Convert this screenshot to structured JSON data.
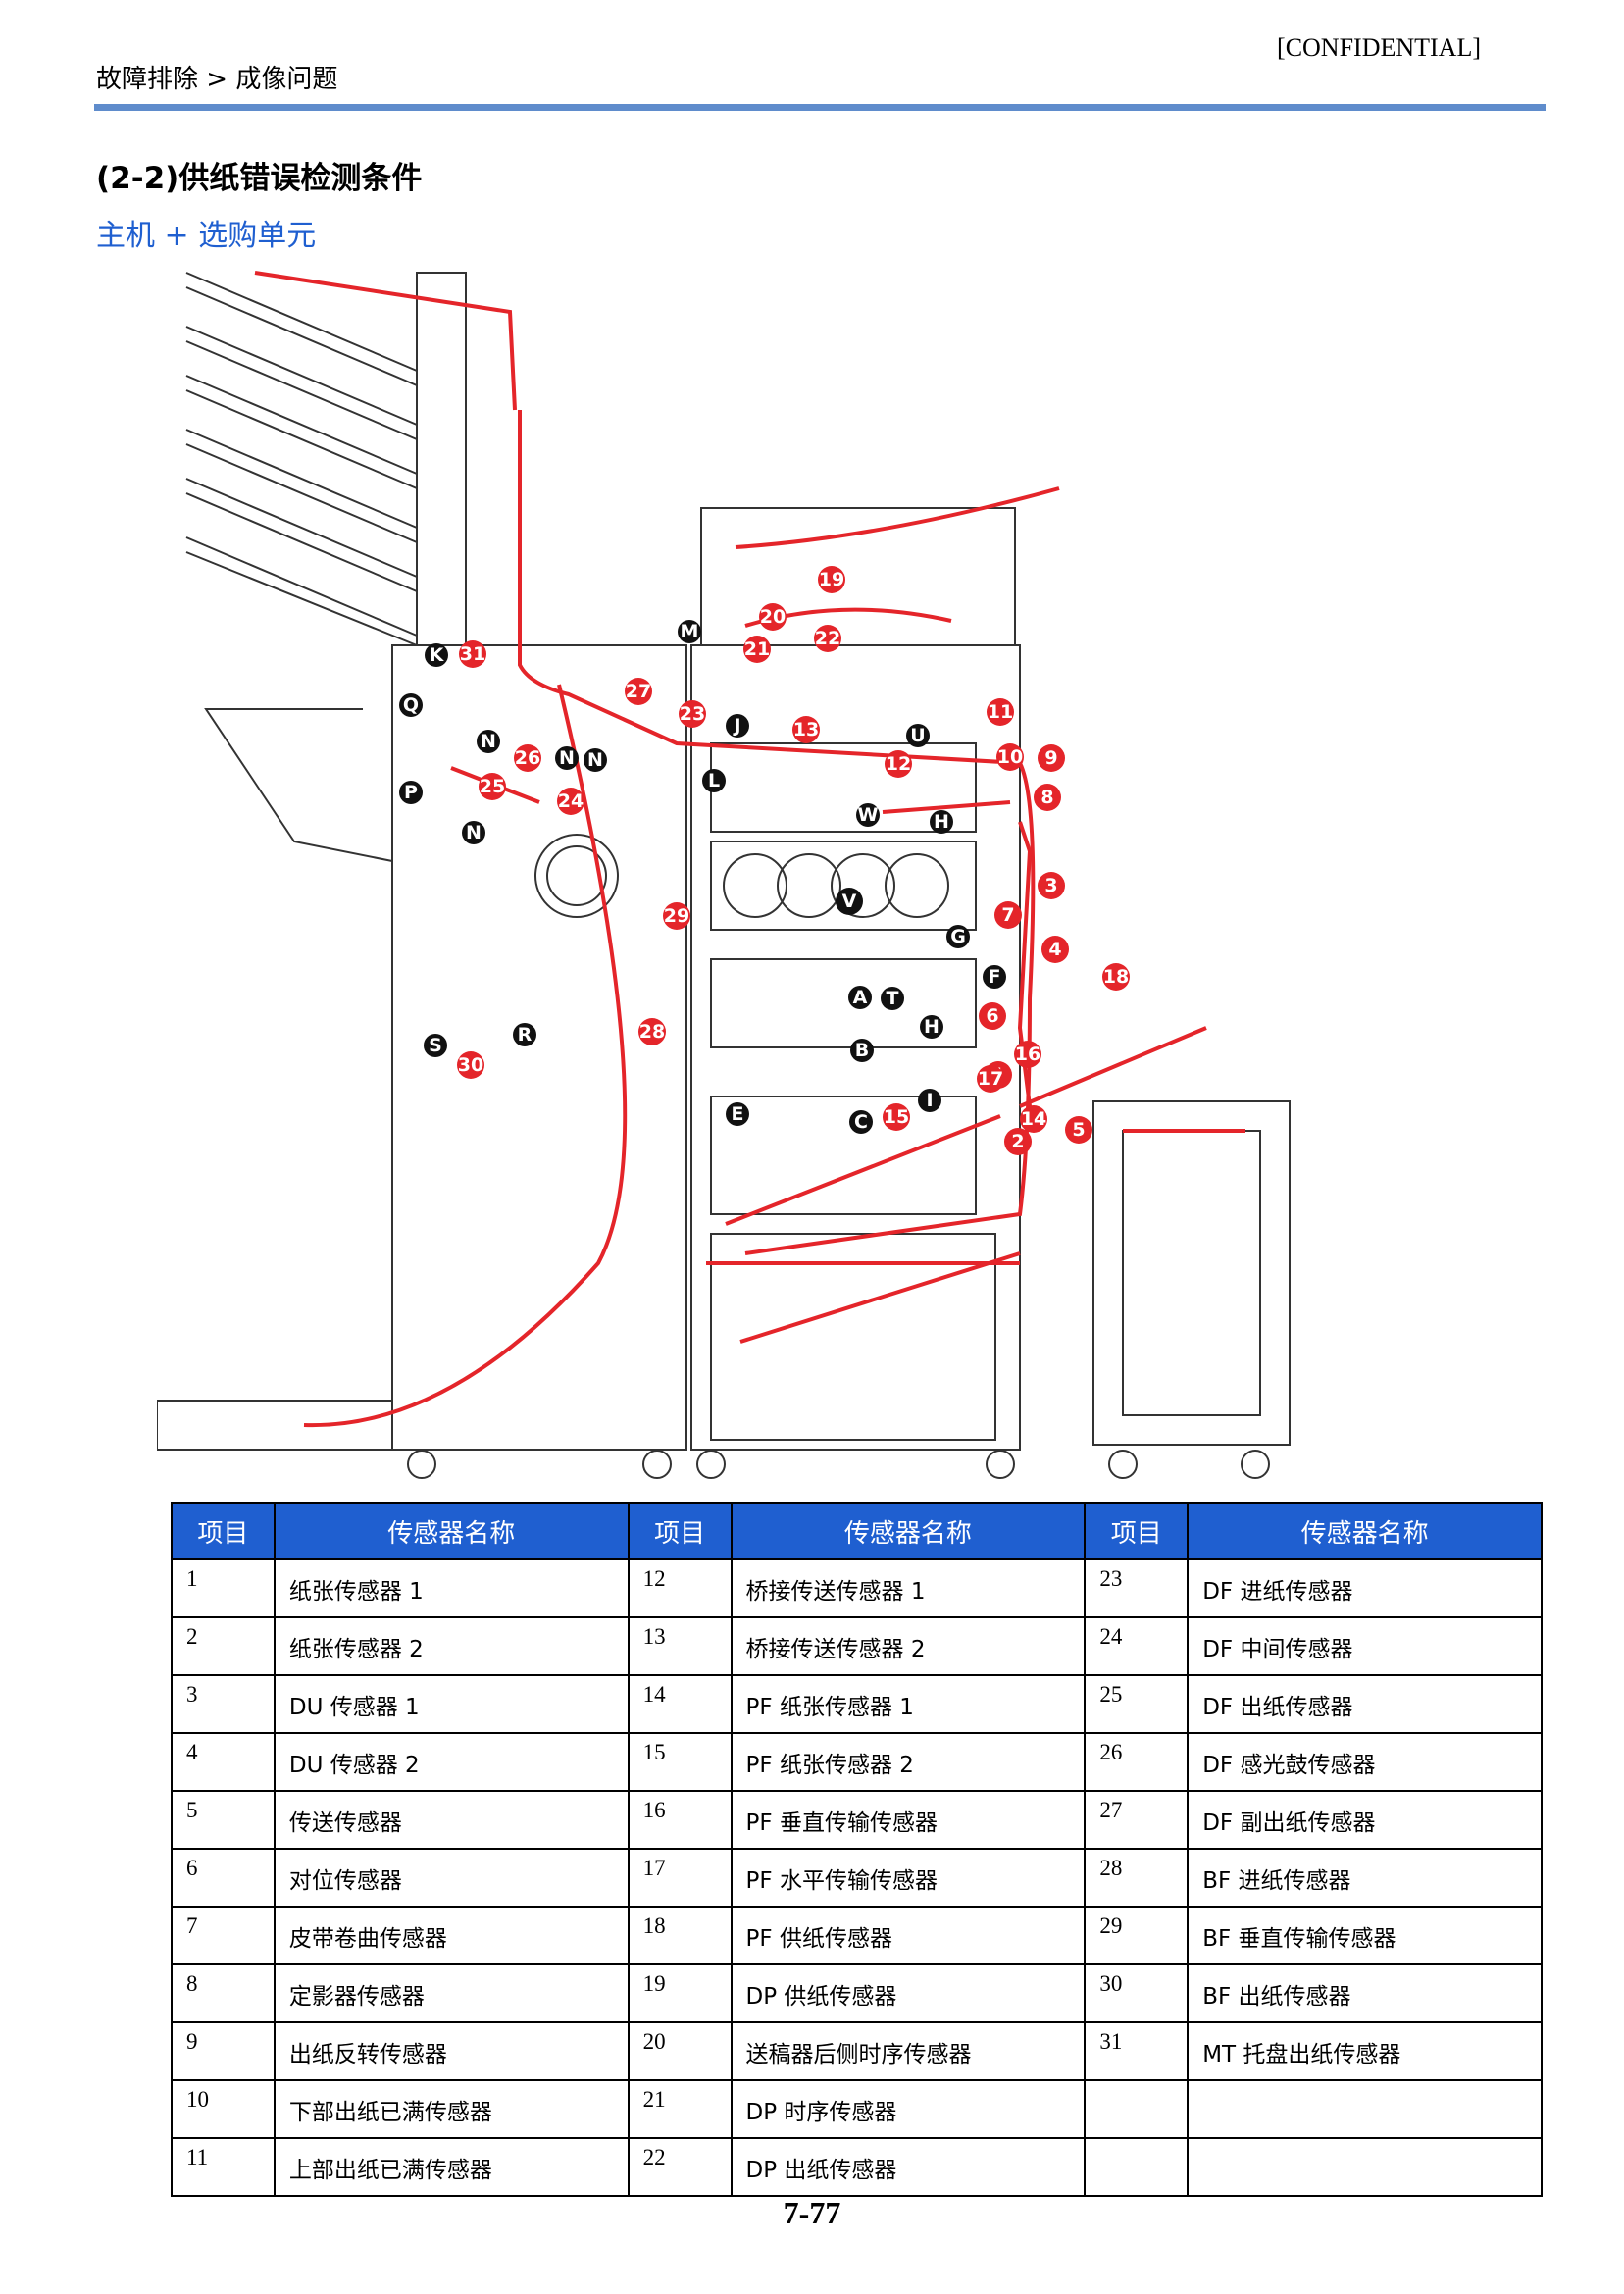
{
  "header": {
    "breadcrumb": "故障排除 > 成像问题",
    "confidential": "[CONFIDENTIAL]"
  },
  "section": {
    "title": "(2-2)供纸错误检测条件",
    "subtitle": "主机 + 选购单元"
  },
  "diagram": {
    "number_labels": [
      "1",
      "2",
      "3",
      "4",
      "5",
      "6",
      "7",
      "8",
      "9",
      "10",
      "11",
      "12",
      "13",
      "14",
      "15",
      "16",
      "17",
      "18",
      "19",
      "20",
      "21",
      "22",
      "23",
      "24",
      "25",
      "26",
      "27",
      "28",
      "29",
      "30",
      "31"
    ],
    "letter_labels": [
      "A",
      "B",
      "C",
      "E",
      "F",
      "G",
      "H",
      "H",
      "I",
      "J",
      "K",
      "L",
      "M",
      "N",
      "N",
      "N",
      "N",
      "P",
      "Q",
      "R",
      "S",
      "T",
      "U",
      "V",
      "W"
    ]
  },
  "table": {
    "headers": [
      "项目",
      "传感器名称",
      "项目",
      "传感器名称",
      "项目",
      "传感器名称"
    ],
    "rows": [
      [
        "1",
        "纸张传感器 1",
        "12",
        "桥接传送传感器 1",
        "23",
        "DF 进纸传感器"
      ],
      [
        "2",
        "纸张传感器 2",
        "13",
        "桥接传送传感器 2",
        "24",
        "DF 中间传感器"
      ],
      [
        "3",
        "DU 传感器 1",
        "14",
        "PF 纸张传感器 1",
        "25",
        "DF 出纸传感器"
      ],
      [
        "4",
        "DU 传感器 2",
        "15",
        "PF 纸张传感器 2",
        "26",
        "DF 感光鼓传感器"
      ],
      [
        "5",
        "传送传感器",
        "16",
        "PF 垂直传输传感器",
        "27",
        "DF 副出纸传感器"
      ],
      [
        "6",
        "对位传感器",
        "17",
        "PF 水平传输传感器",
        "28",
        "BF 进纸传感器"
      ],
      [
        "7",
        "皮带卷曲传感器",
        "18",
        "PF 供纸传感器",
        "29",
        "BF 垂直传输传感器"
      ],
      [
        "8",
        "定影器传感器",
        "19",
        "DP 供纸传感器",
        "30",
        "BF 出纸传感器"
      ],
      [
        "9",
        "出纸反转传感器",
        "20",
        "送稿器后侧时序传感器",
        "31",
        "MT 托盘出纸传感器"
      ],
      [
        "10",
        "下部出纸已满传感器",
        "21",
        "DP 时序传感器",
        "",
        ""
      ],
      [
        "11",
        "上部出纸已满传感器",
        "22",
        "DP 出纸传感器",
        "",
        ""
      ]
    ]
  },
  "page_number": "7-77",
  "colors": {
    "accent_blue": "#1f5fd0",
    "rule_blue": "#5f8ccc",
    "path_red": "#e4252a"
  }
}
